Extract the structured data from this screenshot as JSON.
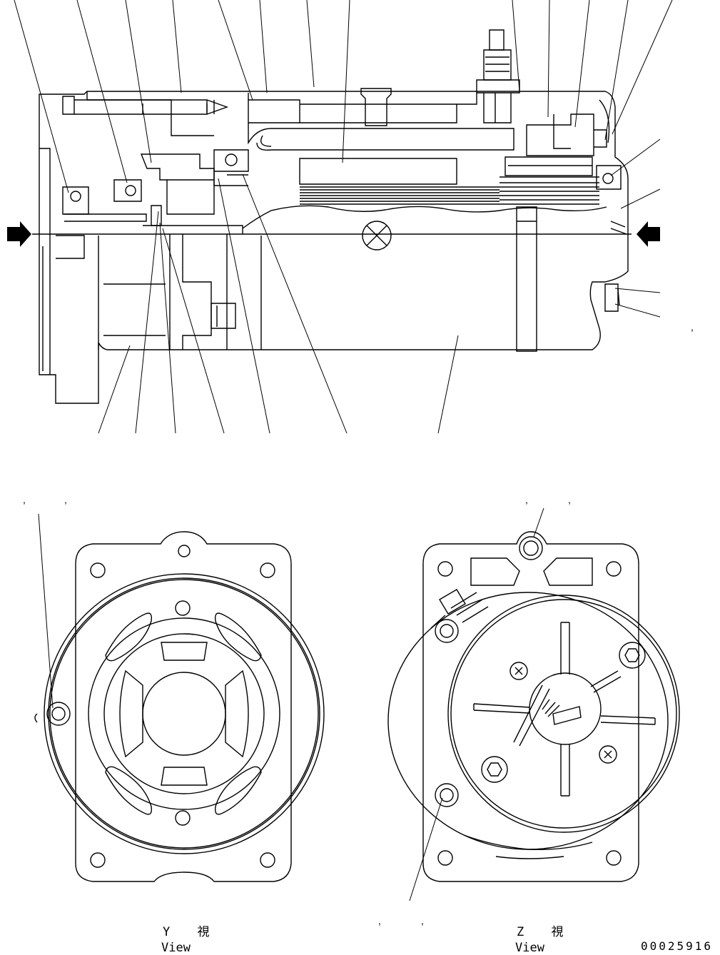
{
  "views": {
    "y": {
      "jp_label": "Y 視",
      "en_label": "View"
    },
    "z": {
      "jp_label": "Z 視",
      "en_label": "View"
    }
  },
  "drawing_number": "00025916",
  "callout_marks": [
    ",",
    ",",
    ",",
    ",",
    ",",
    ",",
    ","
  ]
}
